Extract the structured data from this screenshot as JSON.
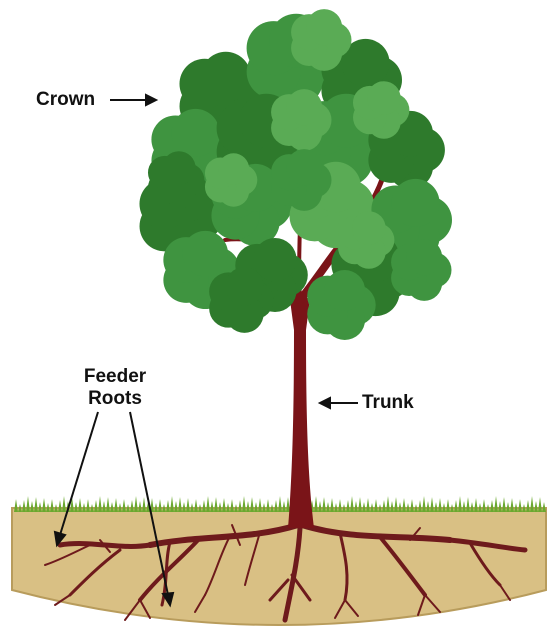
{
  "labels": {
    "crown": "Crown",
    "feeder_line1": "Feeder",
    "feeder_line2": "Roots",
    "trunk": "Trunk"
  },
  "colors": {
    "soil": "#d9c084",
    "soil_edge": "#b89c5c",
    "grass": "#6aa82e",
    "trunk": "#7a1418",
    "roots": "#6e1a1c",
    "foliage_dark": "#2e7a2c",
    "foliage_mid": "#3f9440",
    "foliage_light": "#5aab55",
    "label_text": "#111111"
  }
}
